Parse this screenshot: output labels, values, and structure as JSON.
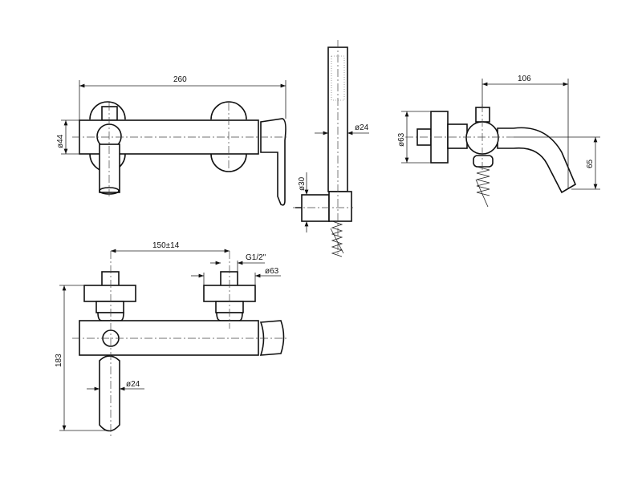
{
  "drawing": {
    "front_view": {
      "width_dim": "260",
      "body_dia": "ø44"
    },
    "hand_shower": {
      "shower_dia": "ø24",
      "holder_dia": "ø30"
    },
    "side_view": {
      "spout_reach": "106",
      "plate_dia": "ø63",
      "spout_drop": "65"
    },
    "top_view": {
      "center_distance": "150±14",
      "thread": "G1/2\"",
      "plate_dia": "ø63",
      "height": "183",
      "spout_dia": "ø24"
    }
  }
}
